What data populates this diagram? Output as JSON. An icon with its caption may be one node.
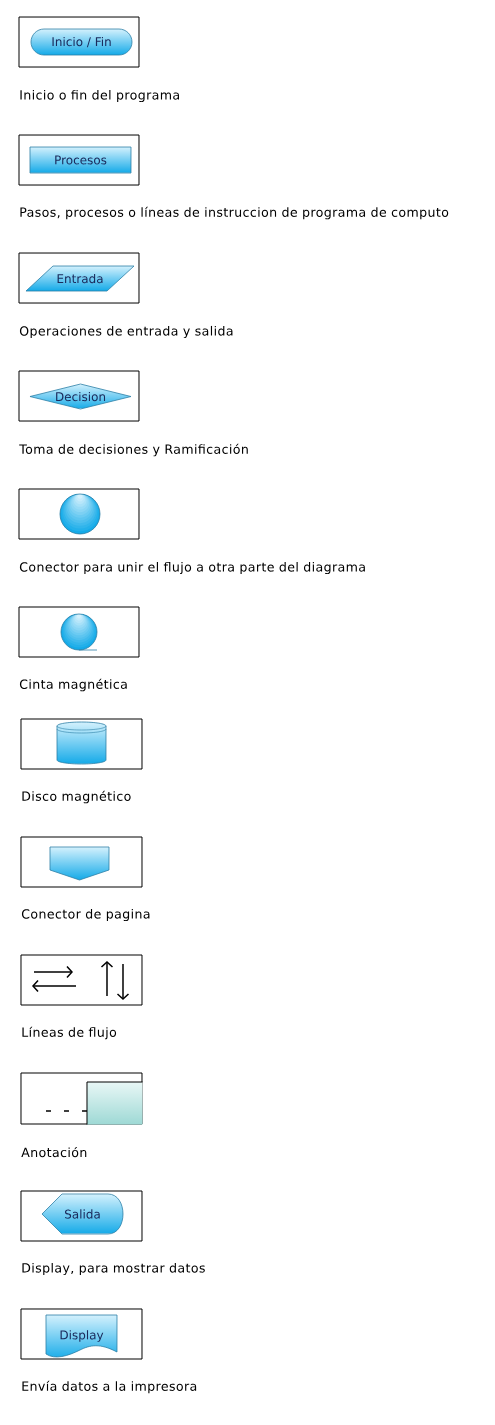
{
  "diagram": {
    "nodes": [
      {
        "text": [],
        "shape": "box",
        "beside": [
          "Inicio o fin del programa"
        ]
      },
      {
        "text": [
          "Inicio / Fin"
        ],
        "in": 0
      },
      {
        "text": [],
        "shape": "box",
        "beside": [
          "Pasos, procesos o líneas de instruccion de programa de computo"
        ]
      },
      {
        "text": [
          "Procesos"
        ],
        "in": 2
      },
      {
        "text": [],
        "shape": "box",
        "beside": [
          "Operaciones de entrada y salida"
        ]
      },
      {
        "text": [
          "Entrada"
        ],
        "in": 4
      },
      {
        "text": [],
        "shape": "box",
        "beside": [
          "Toma de decisiones y Ramificación"
        ]
      },
      {
        "text": [
          "Decision"
        ],
        "in": 6
      },
      {
        "text": [],
        "shape": "box",
        "beside": [
          "Conector para unir el flujo a otra parte del diagrama"
        ]
      },
      {
        "text": [],
        "shape": "circle",
        "in": 8
      },
      {
        "text": [],
        "shape": "box",
        "beside": [
          "Cinta magnética"
        ]
      },
      {
        "text": [],
        "shape": "circle",
        "in": 10
      },
      {
        "text": [],
        "shape": "box",
        "beside": [
          "Disco magnético"
        ]
      },
      {
        "text": [],
        "shape": "cylinder",
        "in": 12
      },
      {
        "text": [],
        "shape": "box",
        "beside": [
          "Conector de pagina"
        ]
      },
      {
        "text": [],
        "shape": "pentagon",
        "in": 14
      },
      {
        "text": [],
        "shape": "box",
        "beside": [
          "Líneas de flujo"
        ]
      },
      {
        "text": [],
        "shape": "box",
        "beside": [
          "Anotación"
        ]
      },
      {
        "text": [],
        "shape": "box",
        "in": 17
      },
      {
        "text": [],
        "shape": "box",
        "beside": [
          "Display, para mostrar datos"
        ]
      },
      {
        "text": [
          "Salida"
        ],
        "in": 19
      },
      {
        "text": [],
        "shape": "box",
        "beside": [
          "Envía datos a la impresora"
        ]
      },
      {
        "text": [
          "Display"
        ],
        "in": 21
      }
    ]
  }
}
